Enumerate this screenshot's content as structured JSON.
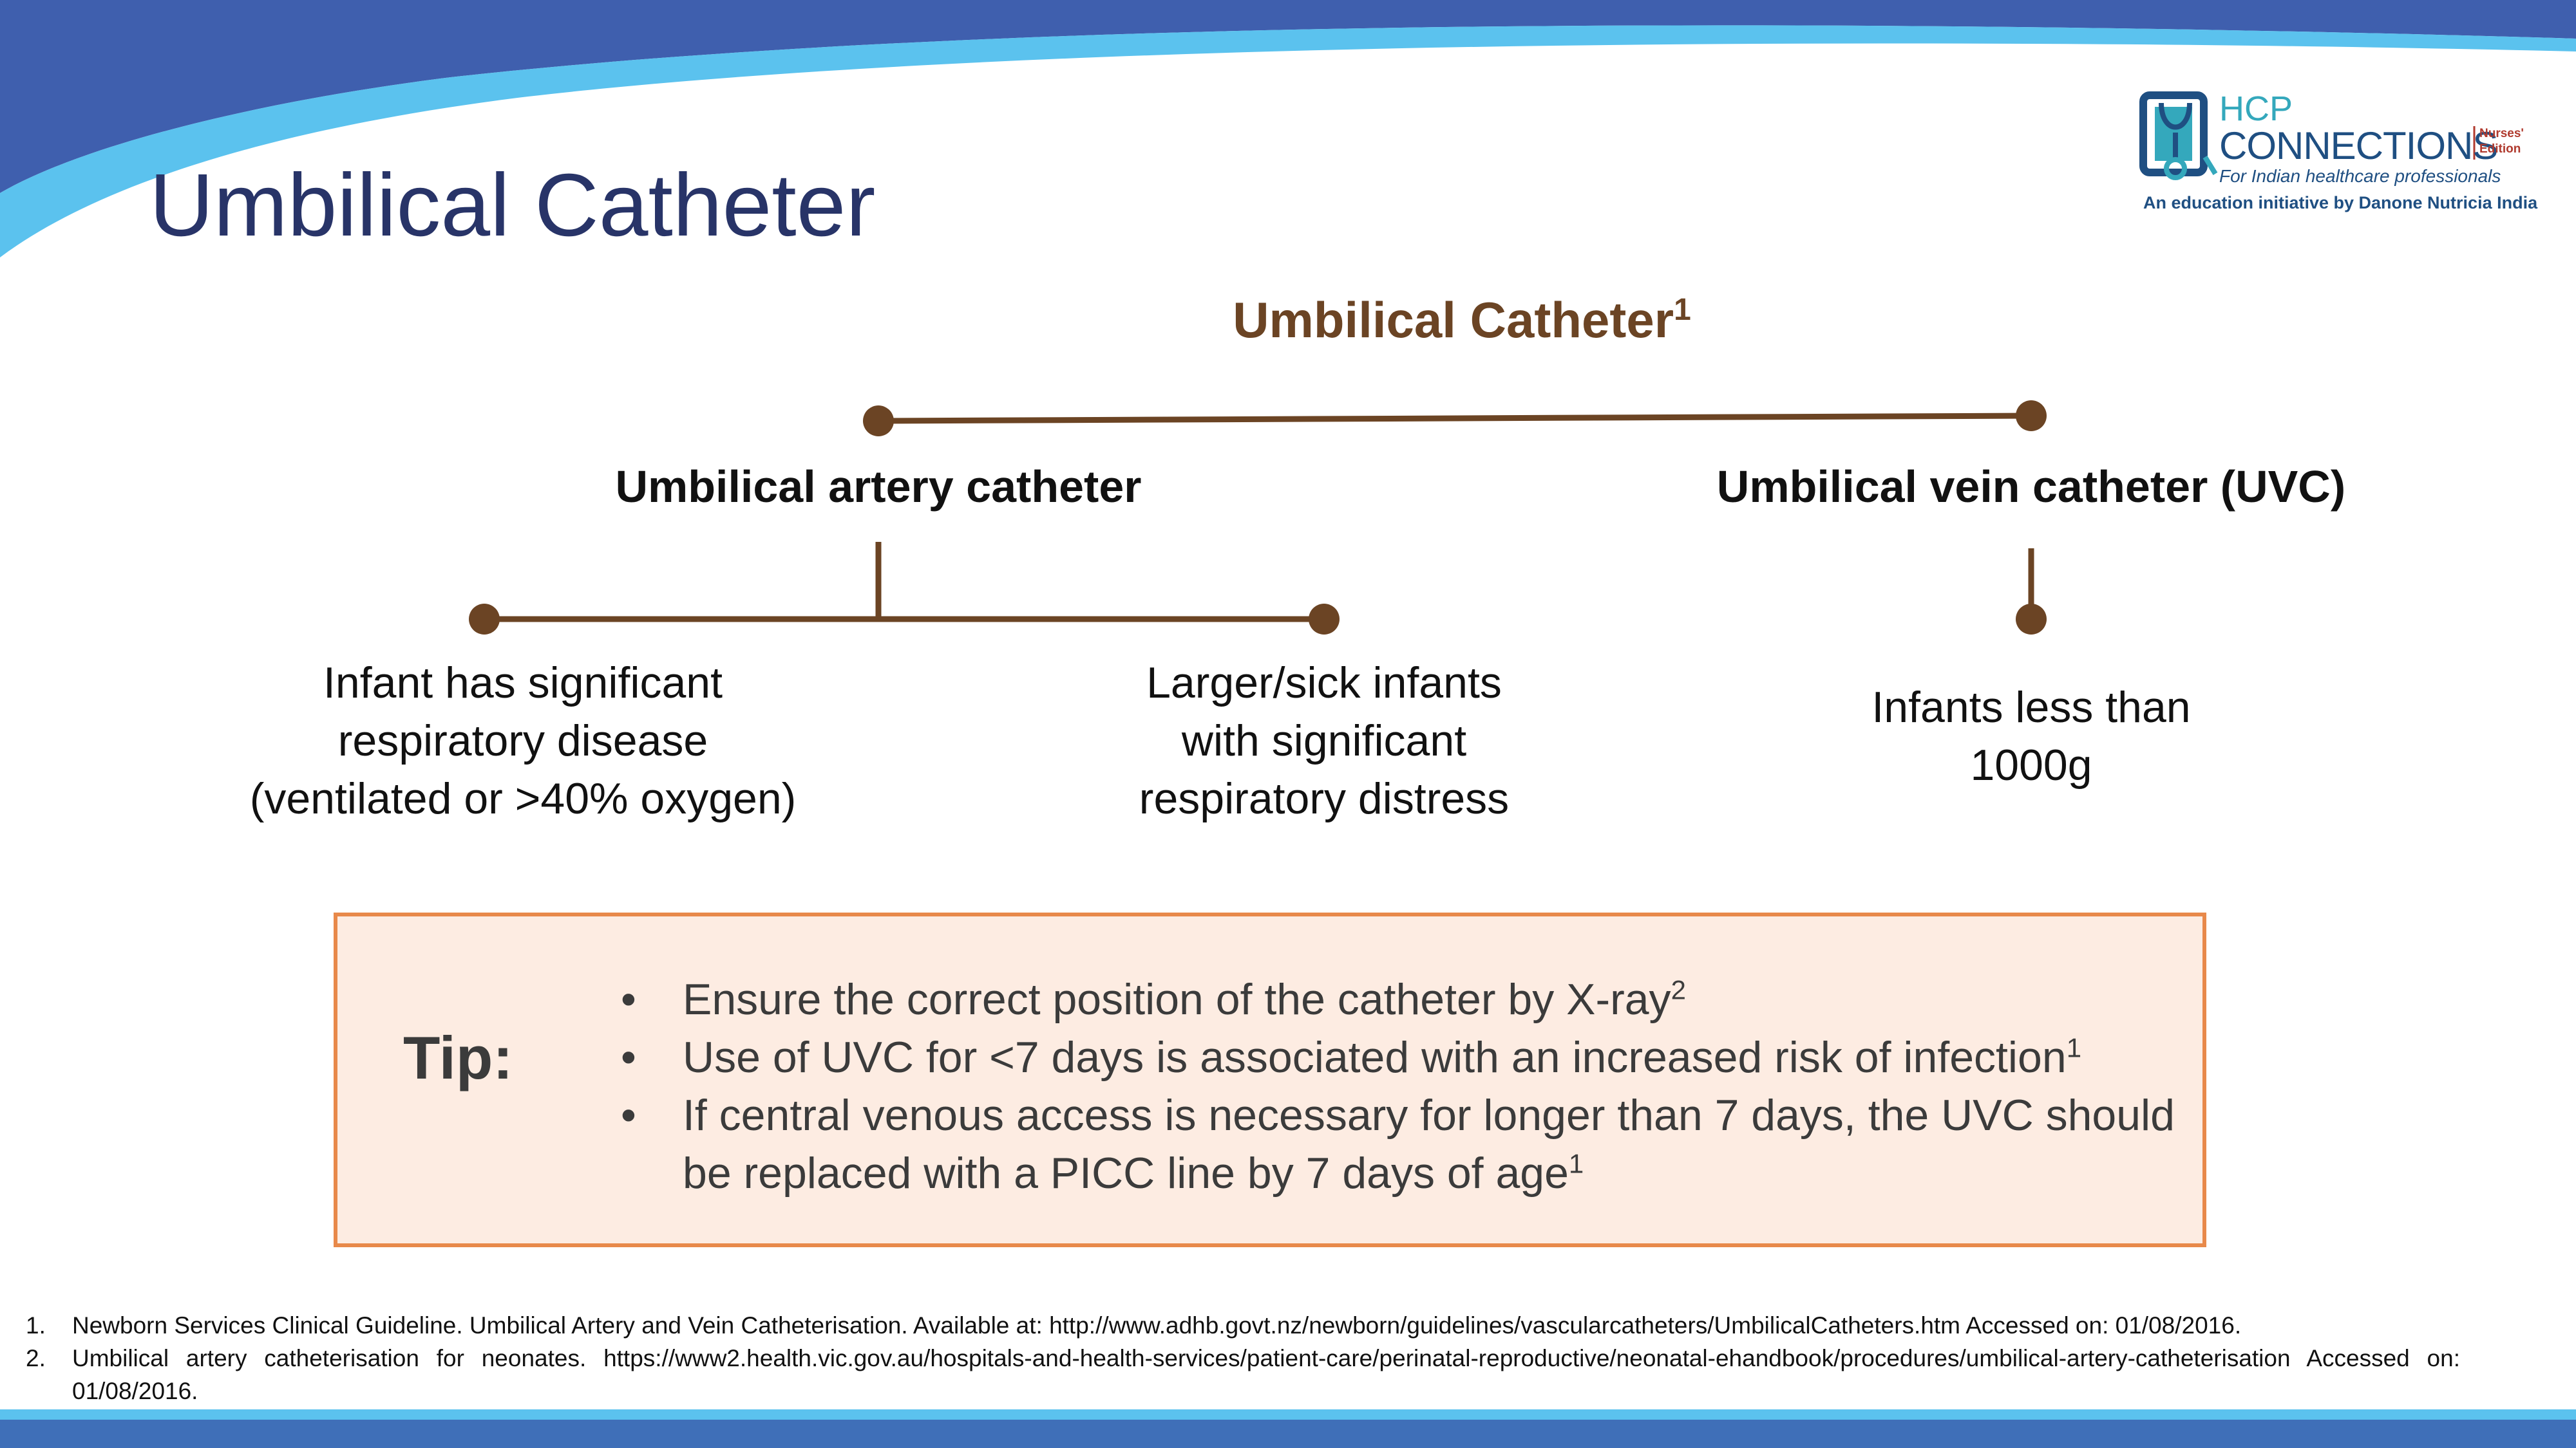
{
  "slide": {
    "title": "Umbilical Catheter"
  },
  "logo": {
    "line1": "HCP",
    "line2": "CONNECTIONS",
    "edition_line1": "Nurses'",
    "edition_line2": "Edition",
    "subtitle": "For Indian healthcare professionals",
    "initiative": "An education initiative by Danone Nutricia India",
    "icon": "tablet-stethoscope-icon"
  },
  "diagram": {
    "root": {
      "label": "Umbilical Catheter",
      "ref": "1"
    },
    "branches": [
      {
        "label": "Umbilical artery catheter",
        "children": [
          {
            "lines": [
              "Infant has significant",
              "respiratory disease",
              "(ventilated or >40% oxygen)"
            ]
          },
          {
            "lines": [
              "Larger/sick infants",
              "with significant",
              "respiratory distress"
            ]
          }
        ]
      },
      {
        "label": "Umbilical vein catheter (UVC)",
        "children": [
          {
            "lines": [
              "Infants less than",
              "1000g"
            ]
          }
        ]
      }
    ]
  },
  "tip": {
    "label": "Tip:",
    "icon": "checklist-check-icon",
    "items": [
      {
        "text": "Ensure the correct position of the catheter by X-ray",
        "ref": "2"
      },
      {
        "text": "Use of UVC for <7 days is associated with an increased risk of infection",
        "ref": "1"
      },
      {
        "text": "If central venous access is necessary for longer than 7 days, the UVC should be replaced with a PICC line by 7 days of age",
        "ref": "1"
      }
    ]
  },
  "references": [
    {
      "num": "1.",
      "text": "Newborn Services Clinical Guideline. Umbilical Artery and Vein Catheterisation. Available at: http://www.adhb.govt.nz/newborn/guidelines/vascularcatheters/UmbilicalCatheters.htm Accessed on: 01/08/2016."
    },
    {
      "num": "2.",
      "text": "Umbilical artery catheterisation for neonates. https://www2.health.vic.gov.au/hospitals-and-health-services/patient-care/perinatal-reproductive/neonatal-ehandbook/procedures/umbilical-artery-catheterisation Accessed on: 01/08/2016."
    }
  ],
  "colors": {
    "title": "#283468",
    "connector": "#6b4424",
    "tip_border": "#e8894a",
    "tip_fill": "#fdece2",
    "tip_icon": "#3b74a8",
    "header_dark_blue": "#3f5fae",
    "header_light_blue": "#5bc2ee"
  }
}
